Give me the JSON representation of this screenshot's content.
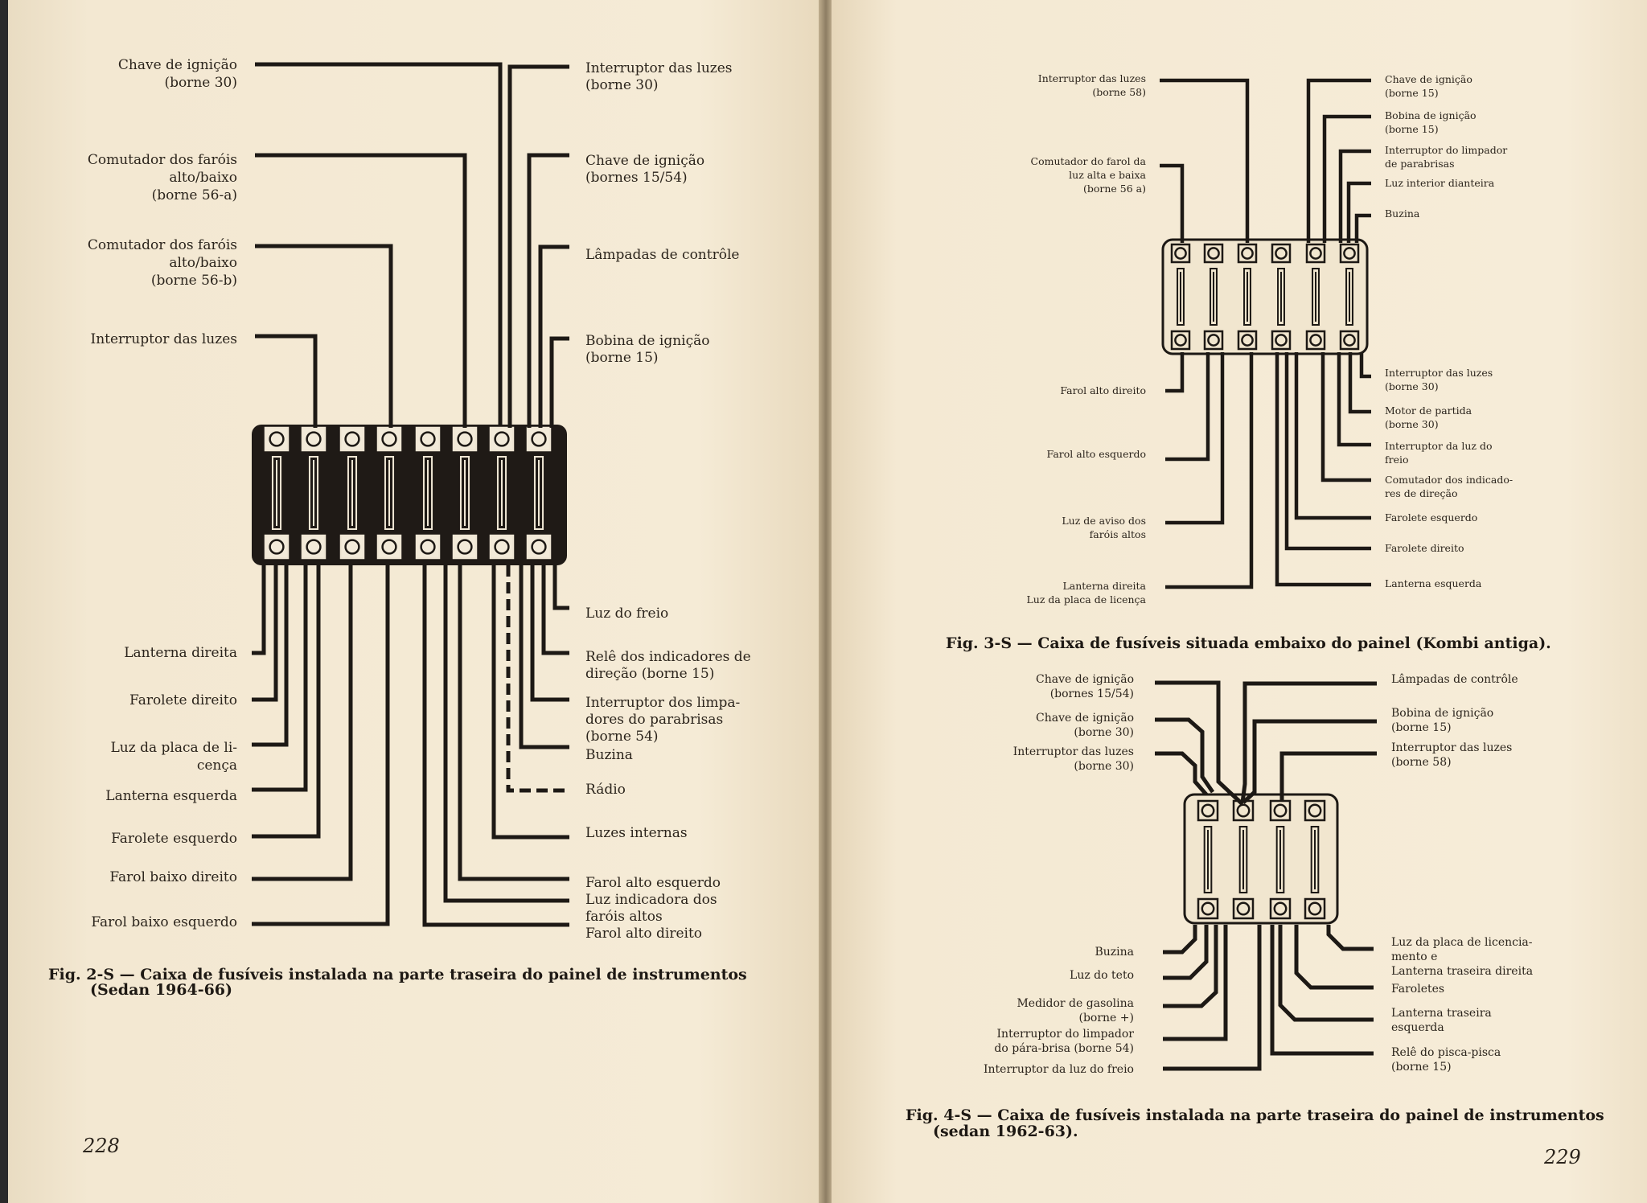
{
  "left_page": {
    "page_number": "228",
    "figure_caption": {
      "line1": "Fig. 2-S — Caixa de fusíveis instalada na parte traseira do painel de instrumentos",
      "line2": "(Sedan 1964-66)"
    },
    "labels_left": [
      [
        "Chave de ignição",
        "(borne 30)"
      ],
      [
        "Comutador dos faróis",
        "alto/baixo",
        "(borne 56-a)"
      ],
      [
        "Comutador dos faróis",
        "alto/baixo",
        "(borne 56-b)"
      ],
      [
        "Interruptor das luzes"
      ],
      [
        "Lanterna direita"
      ],
      [
        "Farolete direito"
      ],
      [
        "Luz da placa de li-",
        "cença"
      ],
      [
        "Lanterna esquerda"
      ],
      [
        "Farolete esquerdo"
      ],
      [
        "Farol baixo direito"
      ],
      [
        "Farol baixo esquerdo"
      ]
    ],
    "labels_right": [
      [
        "Interruptor das luzes",
        "(borne 30)"
      ],
      [
        "Chave de ignição",
        "(bornes 15/54)"
      ],
      [
        "Lâmpadas de contrôle"
      ],
      [
        "Bobina de ignição",
        "(borne 15)"
      ],
      [
        "Luz do freio"
      ],
      [
        "Relê dos indicadores de",
        "direção (borne 15)"
      ],
      [
        "Interruptor dos limpa-",
        "dores do parabrisas",
        "(borne 54)"
      ],
      [
        "Buzina"
      ],
      [
        "Rádio"
      ],
      [
        "Luzes internas"
      ],
      [
        "Farol alto esquerdo",
        "Luz indicadora dos",
        "faróis altos",
        "Farol alto direito"
      ]
    ]
  },
  "right_page": {
    "page_number": "229",
    "fig3": {
      "caption": "Fig. 3-S — Caixa de fusíveis situada embaixo do painel (Kombi antiga).",
      "labels_left": [
        [
          "Interruptor das luzes",
          "(borne 58)"
        ],
        [
          "Comutador do farol da",
          "luz alta e baixa",
          "(borne 56 a)"
        ],
        [
          "Farol alto direito"
        ],
        [
          "Farol alto esquerdo"
        ],
        [
          "Luz de aviso dos",
          "faróis altos"
        ],
        [
          "Lanterna direita",
          "Luz da placa de licença"
        ]
      ],
      "labels_right": [
        [
          "Chave de ignição",
          "(borne 15)"
        ],
        [
          "Bobina de ignição",
          "(borne 15)"
        ],
        [
          "Interruptor do limpador",
          "de parabrisas"
        ],
        [
          "Luz interior dianteira"
        ],
        [
          "Buzina"
        ],
        [
          "Interruptor das luzes",
          "(borne 30)"
        ],
        [
          "Motor de partida",
          "(borne 30)"
        ],
        [
          "Interruptor da luz do",
          "freio"
        ],
        [
          "Comutador dos indicado-",
          "res de direção"
        ],
        [
          "Farolete esquerdo"
        ],
        [
          "Farolete direito"
        ],
        [
          "Lanterna esquerda"
        ]
      ]
    },
    "fig4": {
      "caption_line1": "Fig. 4-S — Caixa de fusíveis instalada na parte traseira do painel de instrumentos",
      "caption_line2": "(sedan 1962-63).",
      "labels_left": [
        [
          "Chave de ignição",
          "(bornes 15/54)"
        ],
        [
          "Chave de ignição",
          "(borne 30)"
        ],
        [
          "Interruptor das luzes",
          "(borne 30)"
        ],
        [
          "Buzina"
        ],
        [
          "Luz do teto"
        ],
        [
          "Medidor de gasolina",
          "(borne +)"
        ],
        [
          "Interruptor do limpador",
          "do pára-brisa (borne 54)"
        ],
        [
          "Interruptor da luz do freio"
        ]
      ],
      "labels_right": [
        [
          "Lâmpadas de contrôle"
        ],
        [
          "Bobina de ignição",
          "(borne 15)"
        ],
        [
          "Interruptor das luzes",
          "(borne 58)"
        ],
        [
          "Luz da placa de licencia-",
          "mento e",
          "Lanterna traseira direita"
        ],
        [
          "Faroletes"
        ],
        [
          "Lanterna traseira",
          "esquerda"
        ],
        [
          "Relê do pisca-pisca",
          "(borne 15)"
        ]
      ]
    }
  }
}
